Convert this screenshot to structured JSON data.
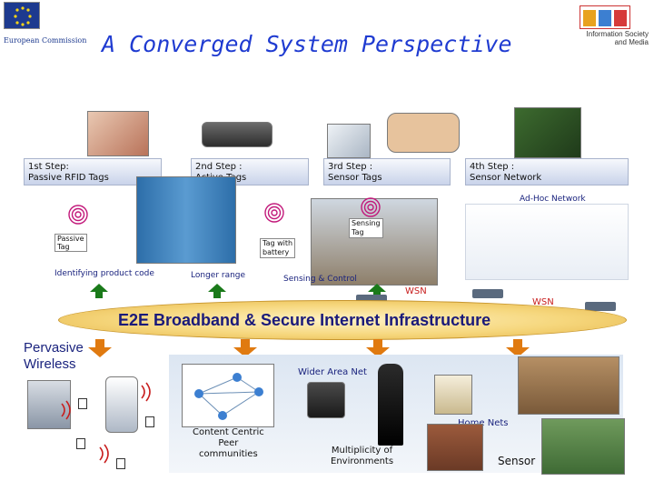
{
  "header": {
    "title": "A Converged System Perspective",
    "eu_logo_text": "European Commission",
    "ism_logo_line1": "Information Society",
    "ism_logo_line2": "and Media"
  },
  "steps": [
    {
      "line1": "1st Step:",
      "line2": "Passive RFID Tags"
    },
    {
      "line1": "2nd Step :",
      "line2": "Active Tags"
    },
    {
      "line1": "3rd Step :",
      "line2": "Sensor Tags"
    },
    {
      "line1": "4th Step :",
      "line2": "Sensor Network"
    }
  ],
  "labels": {
    "passive_tag_line1": "Passive",
    "passive_tag_line2": "Tag",
    "tag_with_battery_line1": "Tag with",
    "tag_with_battery_line2": "battery",
    "sensing_tag_line1": "Sensing",
    "sensing_tag_line2": "Tag",
    "ad_hoc_network": "Ad-Hoc Network",
    "identifying": "Identifying product code",
    "longer_range": "Longer range",
    "sensing_control": "Sensing & Control",
    "wsn_1": "WSN",
    "wsn_2": "WSN",
    "infrastructure": "E2E Broadband & Secure Internet  Infrastructure",
    "pervasive_line1": "Pervasive",
    "pervasive_line2": "Wireless",
    "wider_area_net": "Wider Area Net",
    "home_nets": "Home Nets",
    "content_line1": "Content Centric",
    "content_line2": "Peer",
    "content_line3": "communities",
    "multiplicity_line1": "Multiplicity of",
    "multiplicity_line2": "Environments",
    "sensor": "Sensor"
  },
  "colors": {
    "title": "#1f3bd1",
    "band": "#f6d77d",
    "arrow_up": "#1a7a1a",
    "arrow_down": "#e07a10",
    "wsn": "#c81e1e"
  }
}
